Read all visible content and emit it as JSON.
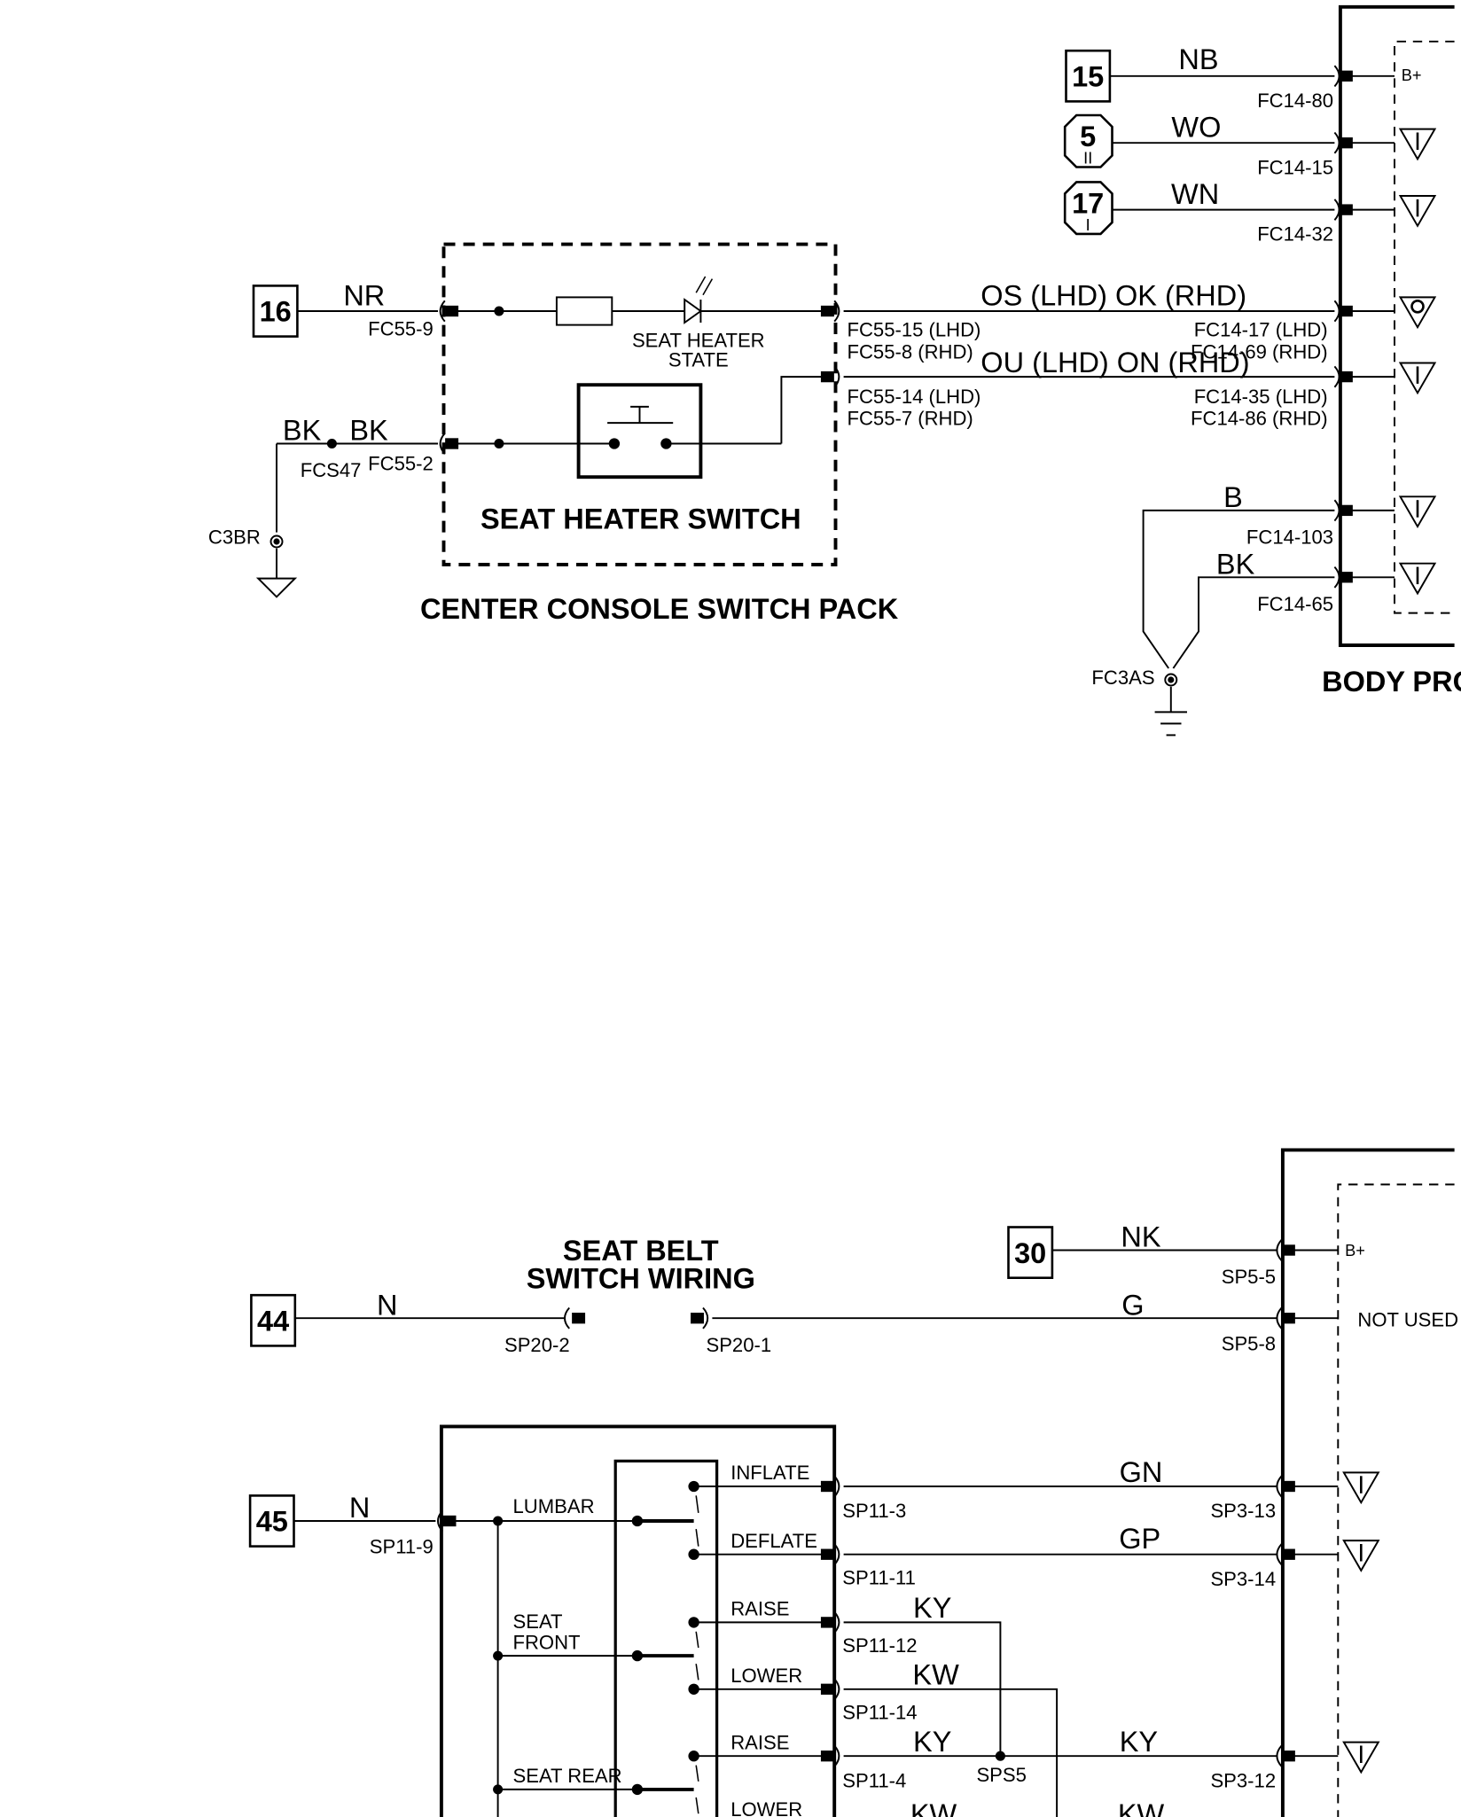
{
  "top": {
    "refs": {
      "r15": "15",
      "r5": "5",
      "r5_sub": "II",
      "r17": "17",
      "r17_sub": "I",
      "r16": "16"
    },
    "wires": {
      "nb": "NB",
      "wo": "WO",
      "wn": "WN",
      "nr": "NR",
      "bk1": "BK",
      "bk2": "BK",
      "os": "OS (LHD)  OK (RHD)",
      "ou": "OU (LHD)  ON (RHD)",
      "b": "B",
      "bk3": "BK"
    },
    "pins": {
      "fc14_80": "FC14-80",
      "fc14_15": "FC14-15",
      "fc14_32": "FC14-32",
      "fc55_9": "FC55-9",
      "fc55_15": "FC55-15 (LHD)",
      "fc55_8": "FC55-8 (RHD)",
      "fc55_14": "FC55-14 (LHD)",
      "fc55_7": "FC55-7 (RHD)",
      "fc55_2": "FC55-2",
      "fcs47": "FCS47",
      "c3br": "C3BR",
      "fc14_17": "FC14-17 (LHD)",
      "fc14_69": "FC14-69 (RHD)",
      "fc14_35": "FC14-35 (LHD)",
      "fc14_86": "FC14-86 (RHD)",
      "fc14_103": "FC14-103",
      "fc14_65": "FC14-65",
      "fc3as": "FC3AS"
    },
    "labels": {
      "bplus": "B+",
      "seat_heater_state_1": "SEAT HEATER",
      "seat_heater_state_2": "STATE",
      "seat_heater_switch": "SEAT HEATER SWITCH",
      "console_pack": "CENTER CONSOLE SWITCH PACK",
      "body_proc": "BODY PRO"
    }
  },
  "bottom": {
    "refs": {
      "r30": "30",
      "r44": "44",
      "r45": "45"
    },
    "wires": {
      "nk": "NK",
      "n1": "N",
      "g": "G",
      "n2": "N",
      "gn": "GN",
      "gp": "GP",
      "ky1": "KY",
      "kw1": "KW",
      "ky2": "KY",
      "ky3": "KY",
      "kw2": "KW",
      "kw3": "KW"
    },
    "pins": {
      "sp5_5": "SP5-5",
      "sp5_8": "SP5-8",
      "sp20_2": "SP20-2",
      "sp20_1": "SP20-1",
      "sp11_9": "SP11-9",
      "sp11_3": "SP11-3",
      "sp11_11": "SP11-11",
      "sp11_12": "SP11-12",
      "sp11_14": "SP11-14",
      "sp11_4": "SP11-4",
      "sps5": "SPS5",
      "sp3_13": "SP3-13",
      "sp3_14": "SP3-14",
      "sp3_12": "SP3-12"
    },
    "labels": {
      "seat_belt_1": "SEAT BELT",
      "seat_belt_2": "SWITCH WIRING",
      "bplus": "B+",
      "not_used": "NOT USED",
      "lumbar": "LUMBAR",
      "seat_front_1": "SEAT",
      "seat_front_2": "FRONT",
      "seat_rear": "SEAT REAR",
      "inflate": "INFLATE",
      "deflate": "DEFLATE",
      "raise1": "RAISE",
      "lower1": "LOWER",
      "raise2": "RAISE",
      "lower2": "LOWER"
    }
  }
}
